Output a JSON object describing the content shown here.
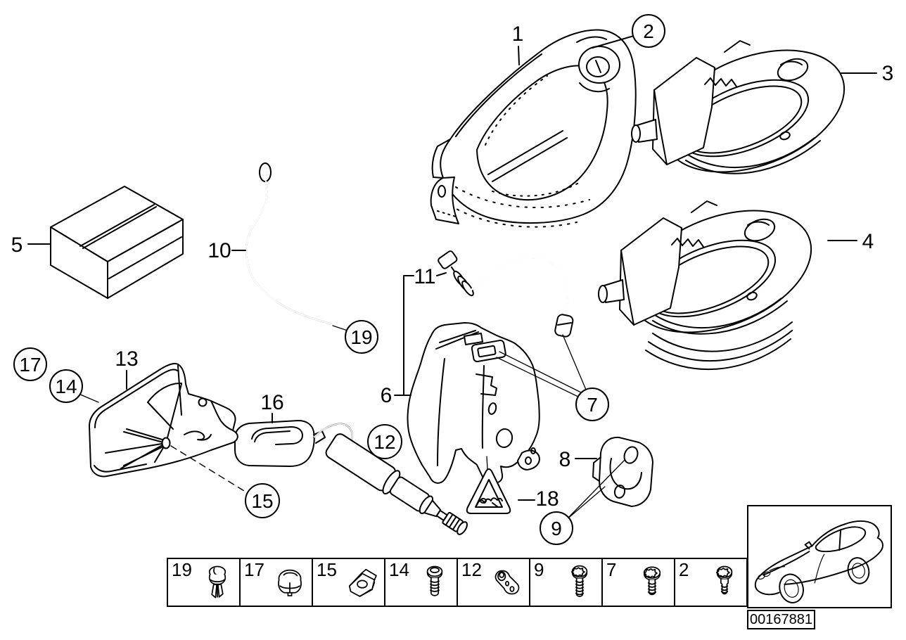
{
  "diagram": {
    "callouts_plain": [
      {
        "id": "1",
        "label": "1"
      },
      {
        "id": "3",
        "label": "3"
      },
      {
        "id": "4",
        "label": "4"
      },
      {
        "id": "5",
        "label": "5"
      },
      {
        "id": "6",
        "label": "6"
      },
      {
        "id": "8",
        "label": "8"
      },
      {
        "id": "10",
        "label": "10"
      },
      {
        "id": "11",
        "label": "11"
      },
      {
        "id": "13",
        "label": "13"
      },
      {
        "id": "16",
        "label": "16"
      },
      {
        "id": "18",
        "label": "18"
      }
    ],
    "callouts_circled": [
      {
        "id": "2",
        "label": "2"
      },
      {
        "id": "7",
        "label": "7"
      },
      {
        "id": "9",
        "label": "9"
      },
      {
        "id": "12",
        "label": "12"
      },
      {
        "id": "14",
        "label": "14"
      },
      {
        "id": "15",
        "label": "15"
      },
      {
        "id": "17",
        "label": "17"
      },
      {
        "id": "19",
        "label": "19"
      }
    ],
    "warning_icon": "pinch-hazard-warning-icon"
  },
  "legend_strip": {
    "cells": [
      {
        "number": "19",
        "icon": "expanding-rivet-icon"
      },
      {
        "number": "17",
        "icon": "grommet-plug-icon"
      },
      {
        "number": "15",
        "icon": "speed-nut-clip-icon"
      },
      {
        "number": "14",
        "icon": "fillister-screw-icon"
      },
      {
        "number": "12",
        "icon": "cable-end-lever-icon"
      },
      {
        "number": "9",
        "icon": "torx-screw-long-icon"
      },
      {
        "number": "7",
        "icon": "torx-screw-medium-icon"
      },
      {
        "number": "2",
        "icon": "torx-screw-short-icon"
      }
    ]
  },
  "vehicle_thumbnail": {
    "image_id": "00167881"
  }
}
